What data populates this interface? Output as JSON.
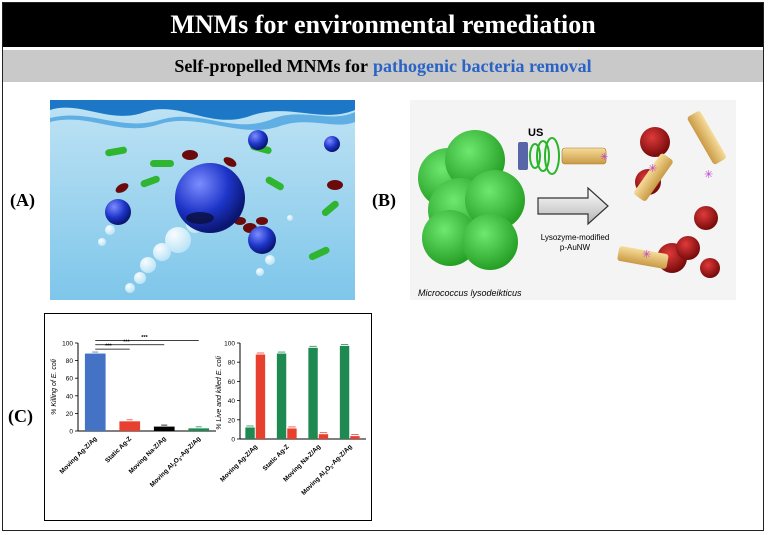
{
  "header": {
    "title": "MNMs for environmental remediation",
    "subtitle_prefix": "Self-propelled MNMs for",
    "subtitle_highlight": "pathogenic bacteria removal"
  },
  "panel_labels": {
    "a": "(A)",
    "b": "(B)",
    "c": "(C)"
  },
  "panel_b": {
    "us_label": "US",
    "nanowire_label_line1": "Lysozyme-modified",
    "nanowire_label_line2": "p-AuNW",
    "bacteria_label": "Micrococcus lysodeikticus"
  },
  "colors": {
    "accent_blue": "#2a63c6",
    "header_bg": "#000000",
    "subheader_bg": "#c9c9c9"
  },
  "chart_data": [
    {
      "type": "bar",
      "ylabel": "% Killing of E. coli",
      "ylim": [
        0,
        100
      ],
      "yticks": [
        0,
        20,
        40,
        60,
        80,
        100
      ],
      "categories": [
        "Moving Ag-Z/Ag",
        "Static Ag-Z",
        "Moving Na-Z/Ag",
        "Moving Al2O3-Ag-Z/Ag"
      ],
      "values": [
        88,
        11,
        5,
        3
      ],
      "colors": [
        "#4472c4",
        "#e8402f",
        "#000000",
        "#1e8a52"
      ],
      "significance": [
        "***",
        "***",
        "***"
      ]
    },
    {
      "type": "bar",
      "ylabel": "% Live and killed E. coli",
      "ylim": [
        0,
        100
      ],
      "yticks": [
        0,
        20,
        40,
        60,
        80,
        100
      ],
      "categories": [
        "Moving Ag-Z/Ag",
        "Static Ag-Z",
        "Moving Na-Z/Ag",
        "Moving Al2O3-Ag-Z/Ag"
      ],
      "series": [
        {
          "values": [
            12,
            89,
            95,
            97
          ],
          "color": "#1e8a52"
        },
        {
          "values": [
            88,
            11,
            5,
            3
          ],
          "color": "#e8402f"
        }
      ]
    }
  ]
}
